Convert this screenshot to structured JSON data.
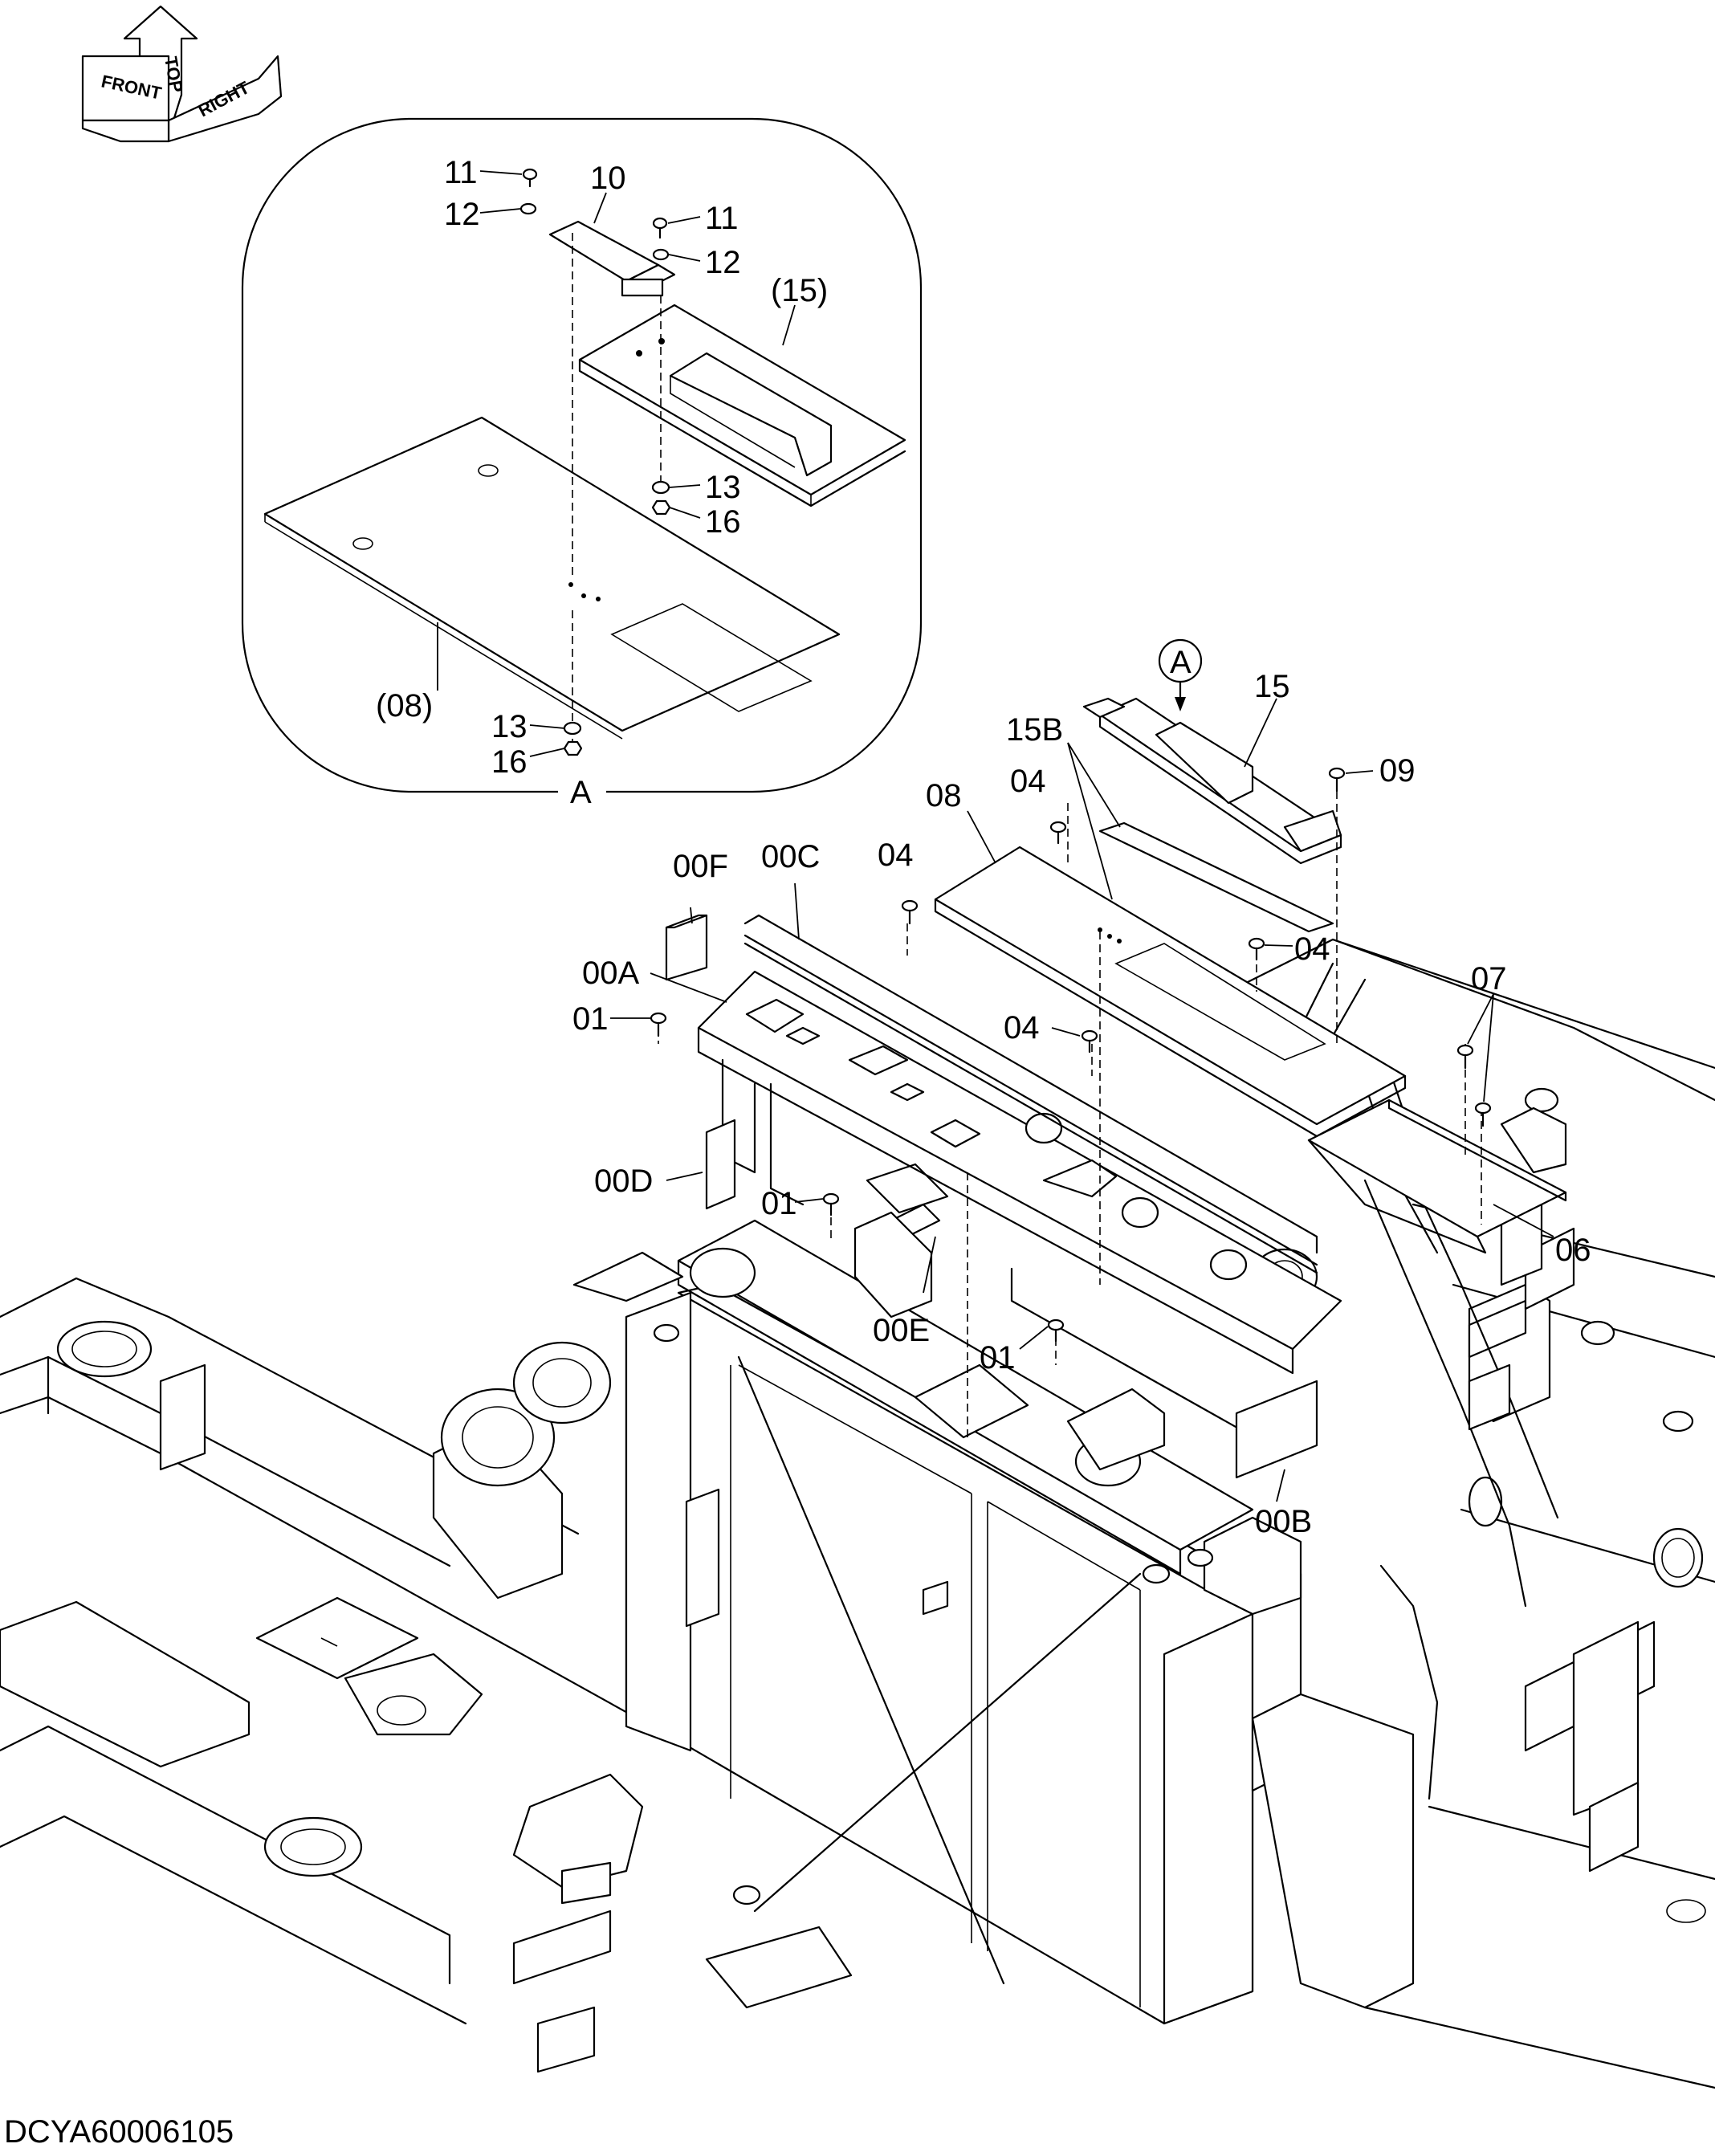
{
  "orientation": {
    "top": "TOP",
    "front": "FRONT",
    "right": "RIGHT"
  },
  "detail": {
    "title": "A",
    "labels": {
      "l11a": "11",
      "l12a": "12",
      "l10": "10",
      "l11b": "11",
      "l12b": "12",
      "l15": "(15)",
      "l13a": "13",
      "l16a": "16",
      "l08": "(08)",
      "l13b": "13",
      "l16b": "16"
    }
  },
  "main": {
    "callout": "A",
    "labels": {
      "l15": "15",
      "l15B": "15B",
      "l09": "09",
      "l08": "08",
      "l04a": "04",
      "l04b": "04",
      "l04c": "04",
      "l04d": "04",
      "l00F": "00F",
      "l00C": "00C",
      "l00A": "00A",
      "l01a": "01",
      "l07": "07",
      "l00D": "00D",
      "l01b": "01",
      "l06": "06",
      "l00E": "00E",
      "l01c": "01",
      "l00B": "00B"
    }
  },
  "drawing_id": "DCYA60006105",
  "colors": {
    "line": "#000000",
    "background": "#ffffff"
  }
}
